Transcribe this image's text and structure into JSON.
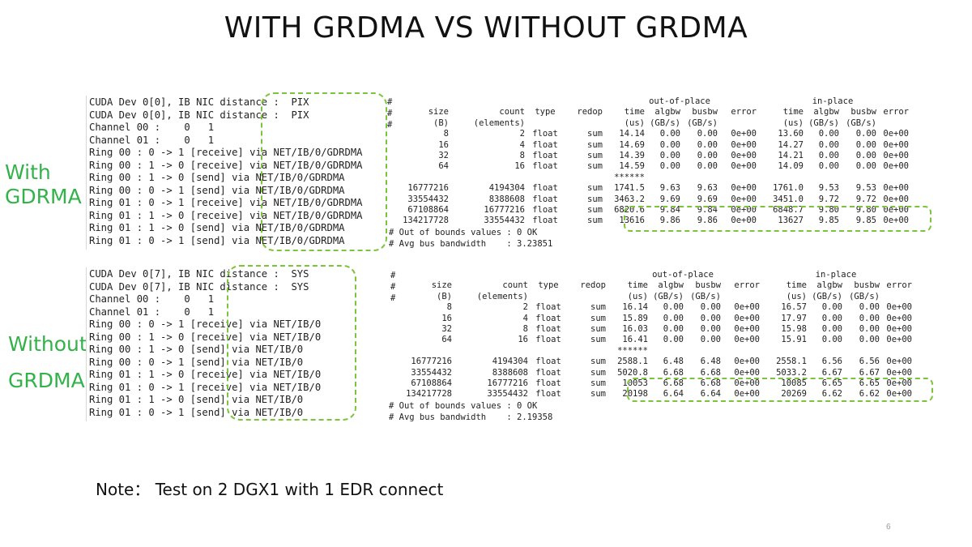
{
  "title": "WITH GRDMA VS WITHOUT GRDMA",
  "labels": {
    "with_line1": "With",
    "with_line2": "GDRMA",
    "without_line1": "Without",
    "without_line2": "GRDMA"
  },
  "with": {
    "log_lines": [
      "CUDA Dev 0[0], IB NIC distance :  PIX",
      "CUDA Dev 0[0], IB NIC distance :  PIX",
      "Channel 00 :    0   1",
      "Channel 01 :    0   1",
      "Ring 00 : 0 -> 1 [receive] via NET/IB/0/GDRDMA",
      "Ring 00 : 1 -> 0 [receive] via NET/IB/0/GDRDMA",
      "Ring 00 : 1 -> 0 [send] via NET/IB/0/GDRDMA",
      "Ring 00 : 0 -> 1 [send] via NET/IB/0/GDRDMA",
      "Ring 01 : 0 -> 1 [receive] via NET/IB/0/GDRDMA",
      "Ring 01 : 1 -> 0 [receive] via NET/IB/0/GDRDMA",
      "Ring 01 : 1 -> 0 [send] via NET/IB/0/GDRDMA",
      "Ring 01 : 0 -> 1 [send] via NET/IB/0/GDRDMA"
    ],
    "header_group": [
      "",
      "",
      "",
      "",
      "out-of-place",
      "in-place"
    ],
    "header1": [
      "size",
      "count",
      "type",
      "redop",
      "time",
      "algbw",
      "busbw",
      "error",
      "time",
      "algbw",
      "busbw",
      "error"
    ],
    "header2": [
      "(B)",
      "(elements)",
      "",
      "",
      "(us)",
      "(GB/s)",
      "(GB/s)",
      "",
      "(us)",
      "(GB/s)",
      "(GB/s)",
      ""
    ],
    "rows": [
      [
        "8",
        "2",
        "float",
        "sum",
        "14.14",
        "0.00",
        "0.00",
        "0e+00",
        "13.60",
        "0.00",
        "0.00",
        "0e+00"
      ],
      [
        "16",
        "4",
        "float",
        "sum",
        "14.69",
        "0.00",
        "0.00",
        "0e+00",
        "14.27",
        "0.00",
        "0.00",
        "0e+00"
      ],
      [
        "32",
        "8",
        "float",
        "sum",
        "14.39",
        "0.00",
        "0.00",
        "0e+00",
        "14.21",
        "0.00",
        "0.00",
        "0e+00"
      ],
      [
        "64",
        "16",
        "float",
        "sum",
        "14.59",
        "0.00",
        "0.00",
        "0e+00",
        "14.09",
        "0.00",
        "0.00",
        "0e+00"
      ],
      [
        "",
        "",
        "",
        "",
        "******",
        "",
        "",
        "",
        "",
        "",
        "",
        ""
      ],
      [
        "16777216",
        "4194304",
        "float",
        "sum",
        "1741.5",
        "9.63",
        "9.63",
        "0e+00",
        "1761.0",
        "9.53",
        "9.53",
        "0e+00"
      ],
      [
        "33554432",
        "8388608",
        "float",
        "sum",
        "3463.2",
        "9.69",
        "9.69",
        "0e+00",
        "3451.0",
        "9.72",
        "9.72",
        "0e+00"
      ],
      [
        "67108864",
        "16777216",
        "float",
        "sum",
        "6820.6",
        "9.84",
        "9.84",
        "0e+00",
        "6848.7",
        "9.80",
        "9.80",
        "0e+00"
      ],
      [
        "134217728",
        "33554432",
        "float",
        "sum",
        "13616",
        "9.86",
        "9.86",
        "0e+00",
        "13627",
        "9.85",
        "9.85",
        "0e+00"
      ]
    ],
    "out_of_bounds": "# Out of bounds values : 0 OK",
    "avg_bw": "# Avg bus bandwidth    : 3.23851"
  },
  "without": {
    "log_lines": [
      "CUDA Dev 0[7], IB NIC distance :  SYS",
      "CUDA Dev 0[7], IB NIC distance :  SYS",
      "Channel 00 :    0   1",
      "Channel 01 :    0   1",
      "Ring 00 : 0 -> 1 [receive] via NET/IB/0",
      "Ring 00 : 1 -> 0 [receive] via NET/IB/0",
      "Ring 00 : 1 -> 0 [send] via NET/IB/0",
      "Ring 00 : 0 -> 1 [send] via NET/IB/0",
      "Ring 01 : 1 -> 0 [receive] via NET/IB/0",
      "Ring 01 : 0 -> 1 [receive] via NET/IB/0",
      "Ring 01 : 1 -> 0 [send] via NET/IB/0",
      "Ring 01 : 0 -> 1 [send] via NET/IB/0"
    ],
    "header_group": [
      "",
      "",
      "",
      "",
      "out-of-place",
      "in-place"
    ],
    "header1": [
      "size",
      "count",
      "type",
      "redop",
      "time",
      "algbw",
      "busbw",
      "error",
      "time",
      "algbw",
      "busbw",
      "error"
    ],
    "header2": [
      "(B)",
      "(elements)",
      "",
      "",
      "(us)",
      "(GB/s)",
      "(GB/s)",
      "",
      "(us)",
      "(GB/s)",
      "(GB/s)",
      ""
    ],
    "rows": [
      [
        "8",
        "2",
        "float",
        "sum",
        "16.14",
        "0.00",
        "0.00",
        "0e+00",
        "16.57",
        "0.00",
        "0.00",
        "0e+00"
      ],
      [
        "16",
        "4",
        "float",
        "sum",
        "15.89",
        "0.00",
        "0.00",
        "0e+00",
        "17.97",
        "0.00",
        "0.00",
        "0e+00"
      ],
      [
        "32",
        "8",
        "float",
        "sum",
        "16.03",
        "0.00",
        "0.00",
        "0e+00",
        "15.98",
        "0.00",
        "0.00",
        "0e+00"
      ],
      [
        "64",
        "16",
        "float",
        "sum",
        "16.41",
        "0.00",
        "0.00",
        "0e+00",
        "15.91",
        "0.00",
        "0.00",
        "0e+00"
      ],
      [
        "",
        "",
        "",
        "",
        "******",
        "",
        "",
        "",
        "",
        "",
        "",
        ""
      ],
      [
        "16777216",
        "4194304",
        "float",
        "sum",
        "2588.1",
        "6.48",
        "6.48",
        "0e+00",
        "2558.1",
        "6.56",
        "6.56",
        "0e+00"
      ],
      [
        "33554432",
        "8388608",
        "float",
        "sum",
        "5020.8",
        "6.68",
        "6.68",
        "0e+00",
        "5033.2",
        "6.67",
        "6.67",
        "0e+00"
      ],
      [
        "67108864",
        "16777216",
        "float",
        "sum",
        "10053",
        "6.68",
        "6.68",
        "0e+00",
        "10085",
        "6.65",
        "6.65",
        "0e+00"
      ],
      [
        "134217728",
        "33554432",
        "float",
        "sum",
        "20198",
        "6.64",
        "6.64",
        "0e+00",
        "20269",
        "6.62",
        "6.62",
        "0e+00"
      ]
    ],
    "out_of_bounds": "# Out of bounds values : 0 OK",
    "avg_bw": "# Avg bus bandwidth    : 2.19358"
  },
  "note": "Note：  Test on 2 DGX1 with 1 EDR connect",
  "page_number": "6"
}
